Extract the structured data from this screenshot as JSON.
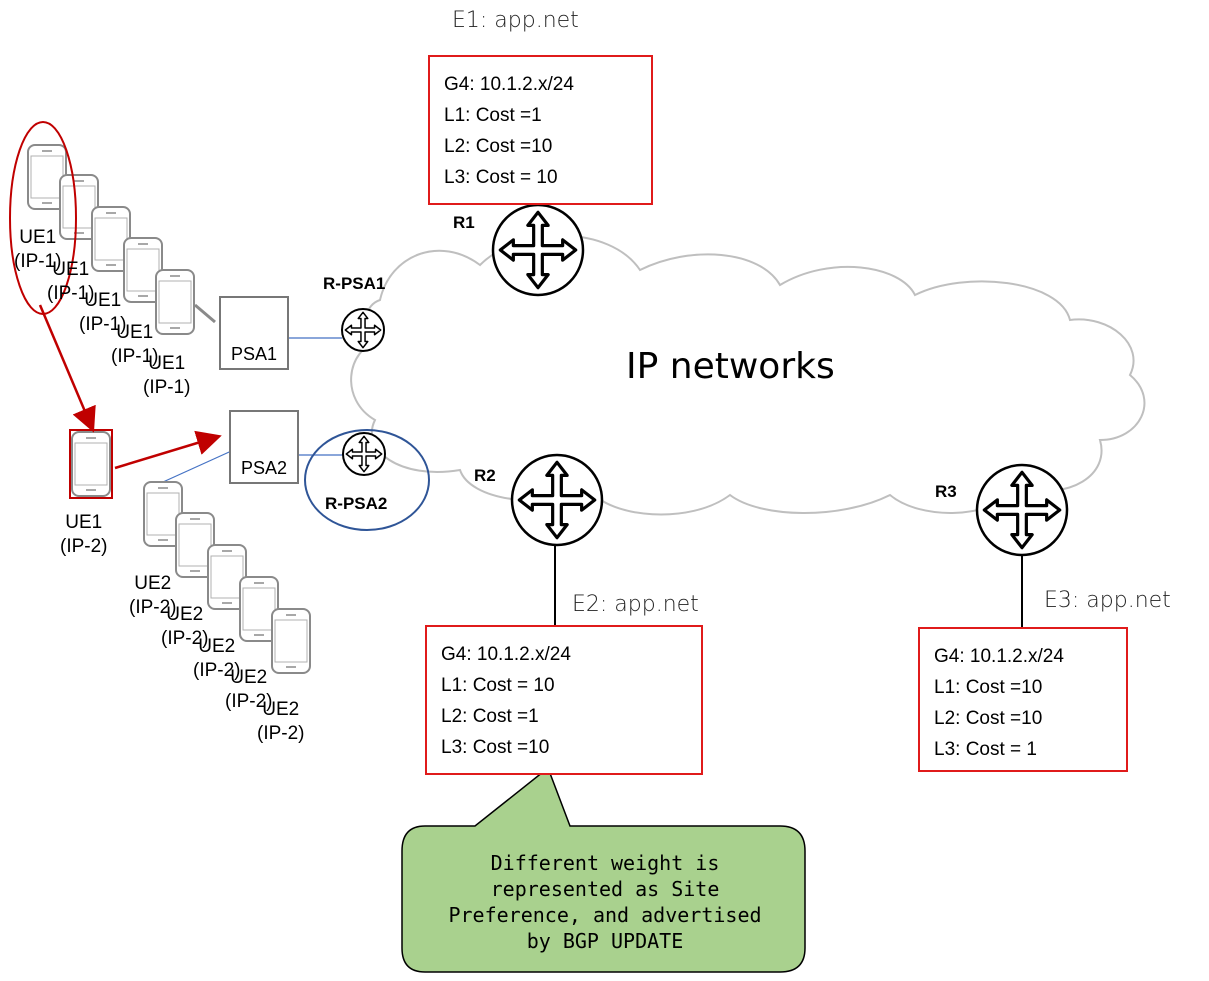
{
  "cloud_label": "IP networks",
  "routers": {
    "r1": "R1",
    "r2": "R2",
    "r3": "R3",
    "rpsa1": "R-PSA1",
    "rpsa2": "R-PSA2"
  },
  "psa": {
    "psa1": "PSA1",
    "psa2": "PSA2"
  },
  "sites": {
    "e1": {
      "title": "E1: app.net",
      "lines": [
        "G4: 10.1.2.x/24",
        "L1: Cost =1",
        "L2: Cost =10",
        "L3: Cost = 10"
      ]
    },
    "e2": {
      "title": "E2: app.net",
      "lines": [
        "G4: 10.1.2.x/24",
        "L1: Cost = 10",
        "L2: Cost =1",
        "L3: Cost =10"
      ]
    },
    "e3": {
      "title": "E3: app.net",
      "lines": [
        "G4: 10.1.2.x/24",
        "L1: Cost =10",
        "L2: Cost =10",
        "L3: Cost = 1"
      ]
    }
  },
  "ue_group1": {
    "name": "UE1",
    "ip": "(IP-1)"
  },
  "ue_group2": {
    "name": "UE2",
    "ip": "(IP-2)"
  },
  "ue_moved": {
    "name": "UE1",
    "ip": "(IP-2)"
  },
  "callout": {
    "lines": [
      "Different weight is",
      "represented as Site",
      "Preference, and advertised",
      "by BGP UPDATE"
    ],
    "fill": "#a9d18e"
  },
  "colors": {
    "red": "#c00000",
    "box_border": "#e01b1b",
    "blue": "#2f5597"
  }
}
